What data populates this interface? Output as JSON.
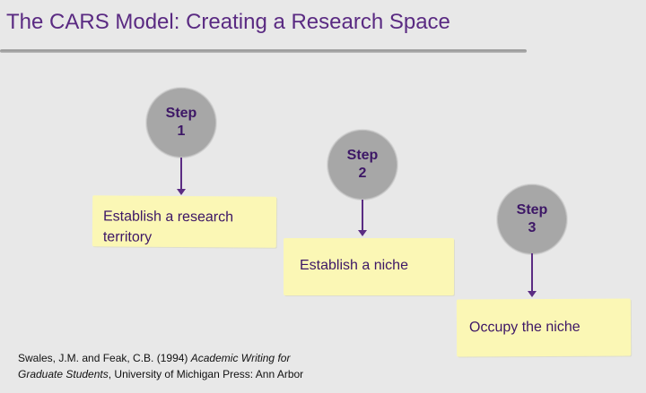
{
  "slide": {
    "title": "The CARS Model: Creating a Research Space",
    "steps": [
      {
        "line1": "Step",
        "line2": "1",
        "text": "Establish a research territory"
      },
      {
        "line1": "Step",
        "line2": "2",
        "text": "Establish a niche"
      },
      {
        "line1": "Step",
        "line2": "3",
        "text": "Occupy the niche"
      }
    ],
    "citation": {
      "authors": "Swales, J.M. and Feak, C.B. (1994) ",
      "title_line1": "Academic Writing for",
      "title_line2": "Graduate Students",
      "publisher": ", University of Michigan Press: Ann Arbor"
    }
  },
  "colors": {
    "title": "#5a2a82",
    "step_text": "#3d1766",
    "circle_fill": "#a7a7a7",
    "note_fill": "#fbf7b5",
    "arrow": "#5b2c83",
    "background": "#e8e8e8"
  }
}
